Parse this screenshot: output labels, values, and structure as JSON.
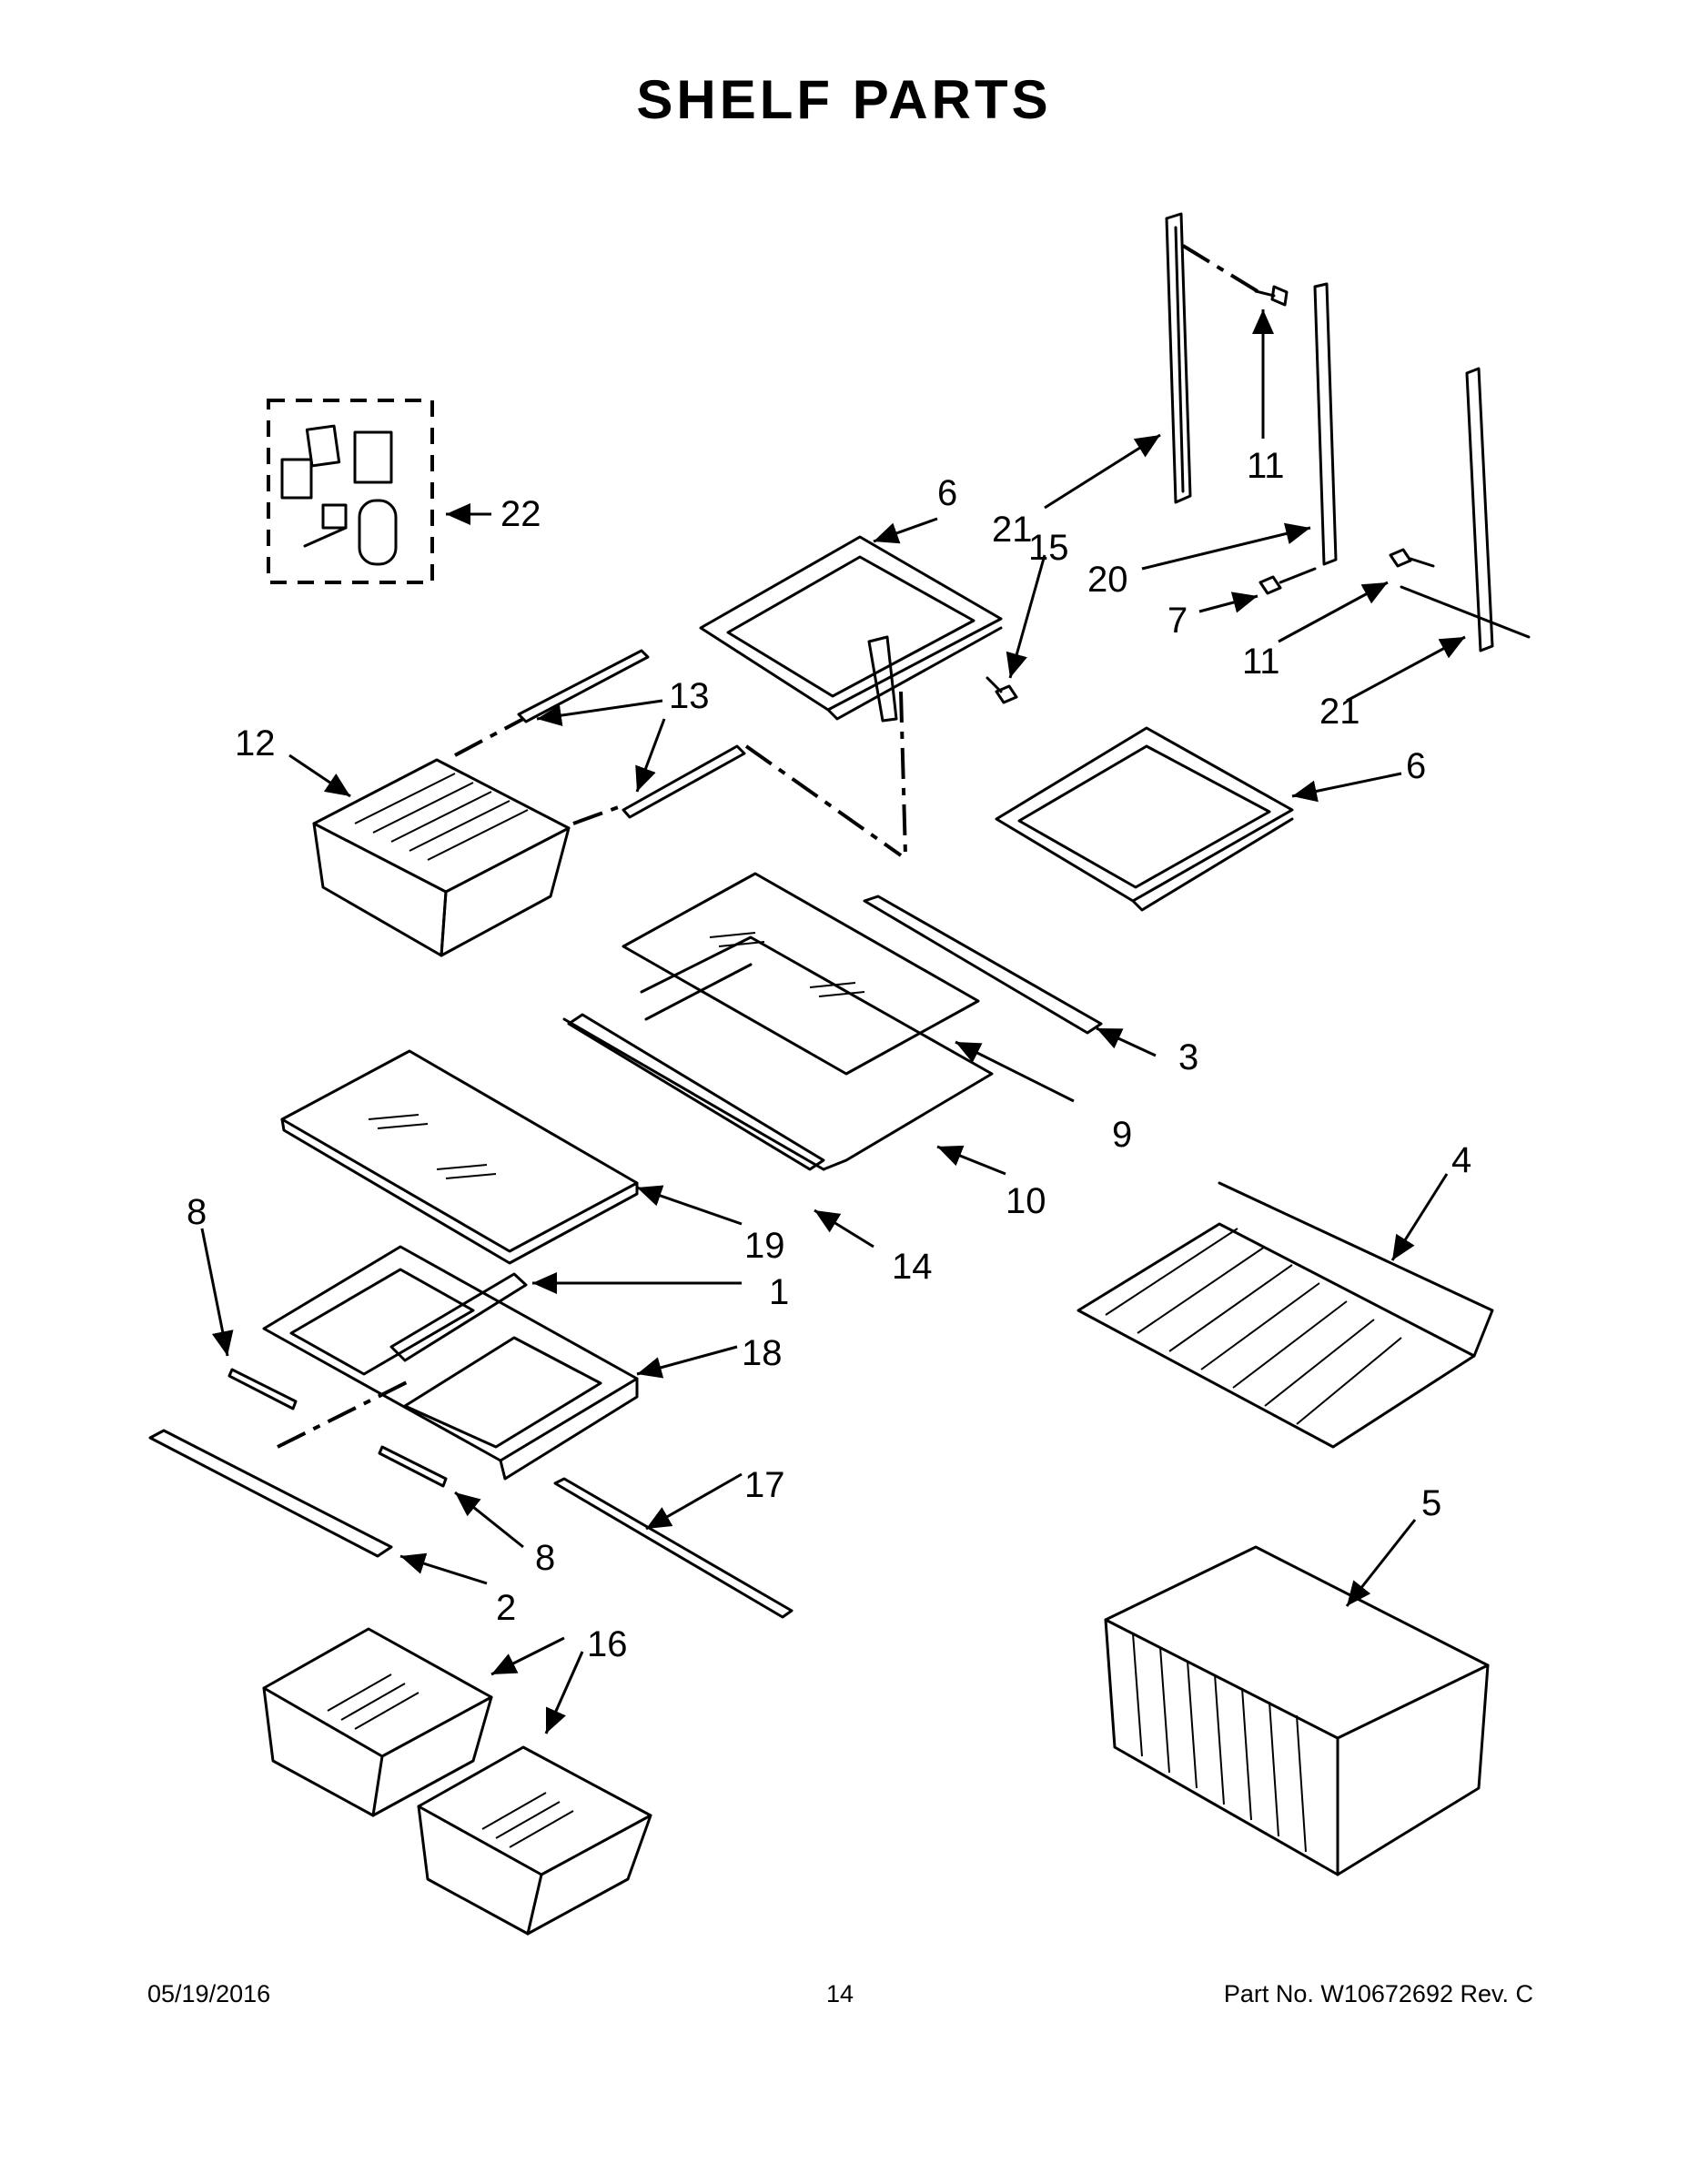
{
  "title": "SHELF PARTS",
  "callouts": {
    "c1": "1",
    "c2": "2",
    "c3": "3",
    "c4": "4",
    "c5": "5",
    "c6a": "6",
    "c6b": "6",
    "c7": "7",
    "c8a": "8",
    "c8b": "8",
    "c9": "9",
    "c10": "10",
    "c11a": "11",
    "c11b": "11",
    "c12": "12",
    "c13": "13",
    "c14": "14",
    "c15": "15",
    "c16": "16",
    "c17": "17",
    "c18": "18",
    "c19": "19",
    "c20": "20",
    "c21a": "21",
    "c21b": "21",
    "c22": "22"
  },
  "footer": {
    "date": "05/19/2016",
    "page": "14",
    "part_number": "Part No.  W10672692  Rev.  C"
  }
}
